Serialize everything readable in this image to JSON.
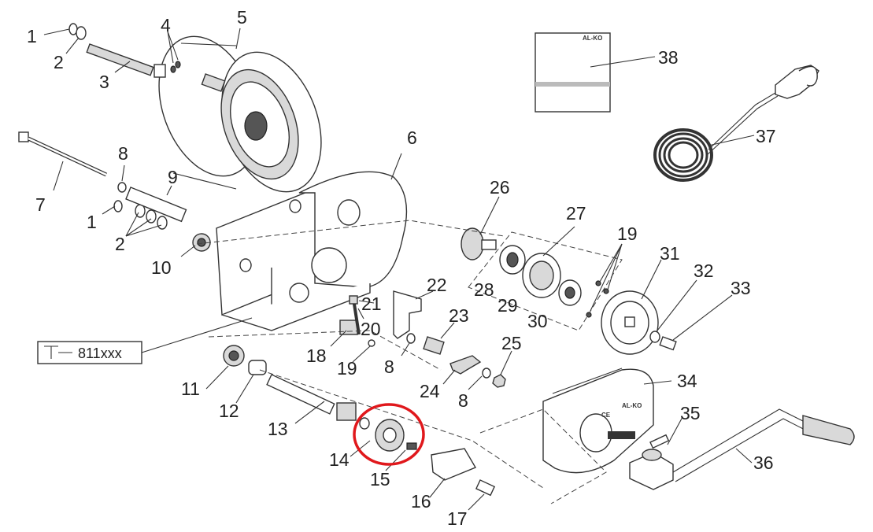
{
  "part_numbers": {
    "p1": "1",
    "p2": "2",
    "p3": "3",
    "p4": "4",
    "p5": "5",
    "p6": "6",
    "p7": "7",
    "p8": "8",
    "p9": "9",
    "p10": "10",
    "p11": "11",
    "p12": "12",
    "p13": "13",
    "p14": "14",
    "p15": "15",
    "p16": "16",
    "p17": "17",
    "p18": "18",
    "p19": "19",
    "p20": "20",
    "p21": "21",
    "p22": "22",
    "p23": "23",
    "p24": "24",
    "p25": "25",
    "p26": "26",
    "p27": "27",
    "p28": "28",
    "p29": "29",
    "p30": "30",
    "p31": "31",
    "p32": "32",
    "p33": "33",
    "p34": "34",
    "p35": "35",
    "p36": "36",
    "p37": "37",
    "p38": "38"
  },
  "type_plate": {
    "label": "811xxx"
  },
  "brand_marks": {
    "manual": "AL-KO",
    "cover": "AL-KO",
    "ce": "CE"
  },
  "highlight": {
    "part": "14",
    "color": "#e0181c"
  }
}
